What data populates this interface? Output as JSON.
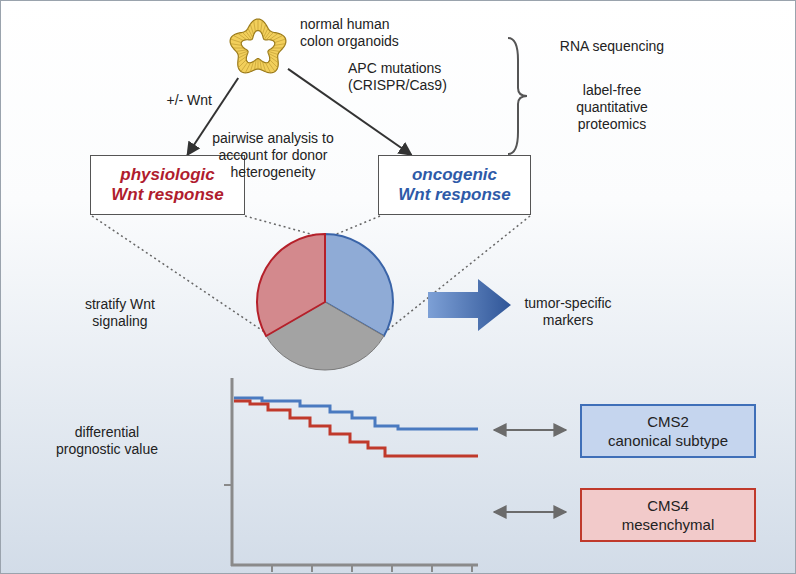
{
  "diagram": {
    "nodes": [
      {
        "text": [
          "normal human colon organoids"
        ]
      },
      {
        "text": [
          "physiologic Wnt response"
        ]
      },
      {
        "text": [
          "oncogenic Wnt response"
        ]
      },
      {
        "text": [
          "CMS2",
          "canonical subtype"
        ]
      },
      {
        "text": [
          "CMS4",
          "mesenchymal"
        ]
      }
    ],
    "edges": [
      {
        "from": 0,
        "to": 1,
        "label": "+/- Wnt",
        "arrow": "to"
      },
      {
        "from": 0,
        "to": 2,
        "label": "APC mutations (CRISPR/Cas9)",
        "arrow": "to"
      }
    ],
    "labels": [
      "pairwise analysis to account for donor heterogeneity",
      "RNA sequencing",
      "label-free quantitative proteomics",
      "stratify Wnt signaling",
      "tumor-specific markers",
      "differential prognostic value"
    ]
  }
}
